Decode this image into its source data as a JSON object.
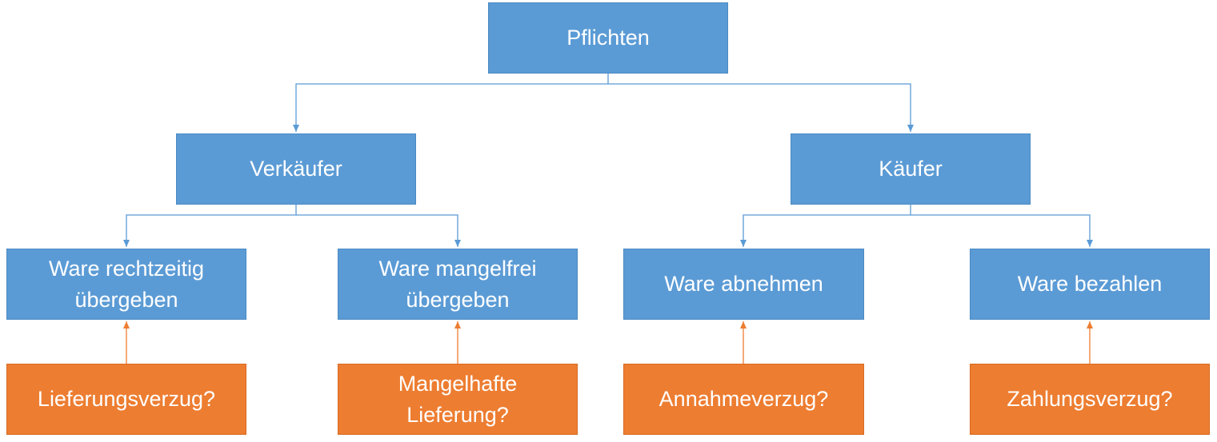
{
  "diagram": {
    "root": {
      "label": "Pflichten"
    },
    "parties": [
      {
        "label": "Verkäufer"
      },
      {
        "label": "Käufer"
      }
    ],
    "duties": [
      {
        "label": "Ware rechtzeitig\nübergeben"
      },
      {
        "label": "Ware mangelfrei\nübergeben"
      },
      {
        "label": "Ware abnehmen"
      },
      {
        "label": "Ware bezahlen"
      }
    ],
    "breaches": [
      {
        "label": "Lieferungsverzug?"
      },
      {
        "label": "Mangelhafte\nLieferung?"
      },
      {
        "label": "Annahmeverzug?"
      },
      {
        "label": "Zahlungsverzug?"
      }
    ],
    "colors": {
      "duty_box": "#5B9BD5",
      "breach_box": "#ED7D31",
      "duty_connector": "#5B9BD5",
      "breach_connector": "#ED7D31",
      "text": "#FFFFFF"
    }
  }
}
